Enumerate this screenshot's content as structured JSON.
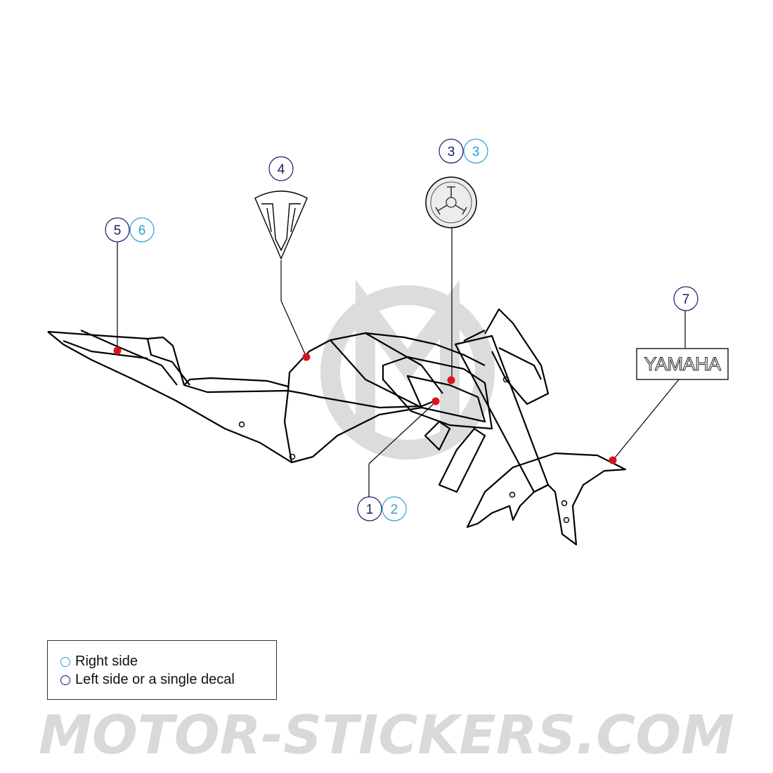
{
  "callouts": {
    "c1": "1",
    "c2": "2",
    "c3_left": "3",
    "c3_right": "3",
    "c4": "4",
    "c5": "5",
    "c6": "6",
    "c7": "7"
  },
  "decal_text": {
    "yamaha_badge": "YAMAHA"
  },
  "legend": {
    "right_side": "Right side",
    "left_side": "Left side or a single decal"
  },
  "watermark": {
    "text": "MOTOR-STICKERS.COM",
    "logo": "M-logo"
  },
  "colors": {
    "left_ring": "#1a1a66",
    "right_ring": "#2a9fd6",
    "marker": "#d6141e",
    "watermark": "#d9d9d9"
  }
}
